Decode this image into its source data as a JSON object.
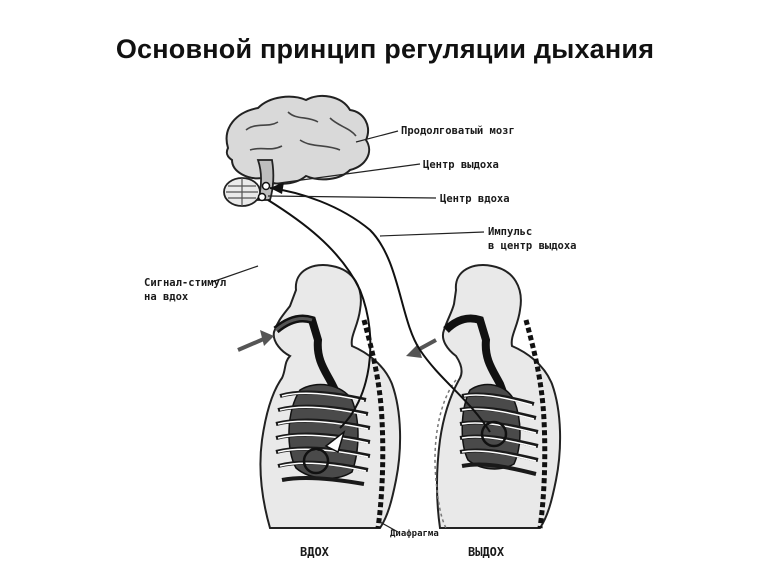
{
  "title": "Основной принцип регуляции дыхания",
  "labels": {
    "medulla": "Продолговатый мозг",
    "exhale_center": "Центр выдоха",
    "inhale_center": "Центр вдоха",
    "impulse_line1": "Импульс",
    "impulse_line2": "в центр выдоха",
    "signal_line1": "Сигнал-стимул",
    "signal_line2": "на вдох",
    "diaphragm": "Диафрагма",
    "inhale_caption": "ВДОХ",
    "exhale_caption": "ВЫДОХ"
  }
}
